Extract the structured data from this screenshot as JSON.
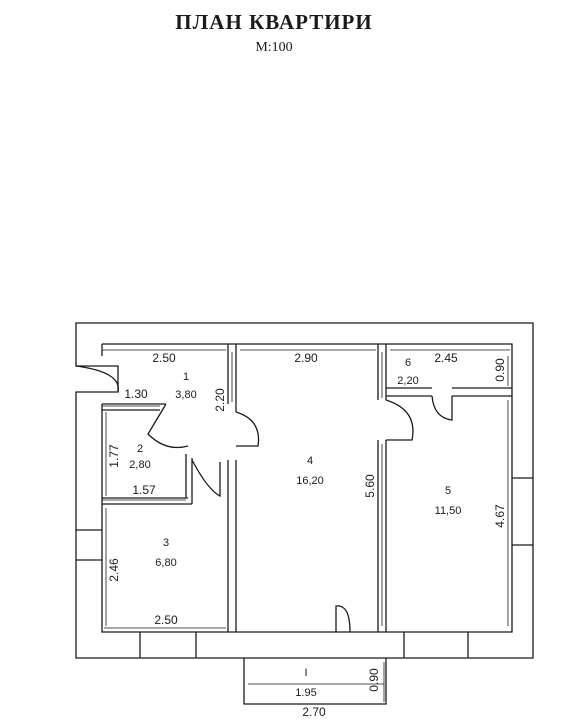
{
  "title": "ПЛАН КВАРТИРИ",
  "scale": "М:100",
  "rooms": [
    {
      "number": "1",
      "area": "3,80"
    },
    {
      "number": "2",
      "area": "2,80"
    },
    {
      "number": "3",
      "area": "6,80"
    },
    {
      "number": "4",
      "area": "16,20"
    },
    {
      "number": "5",
      "area": "11,50"
    },
    {
      "number": "6",
      "area": "2,20"
    },
    {
      "number": "I",
      "area": "1.95"
    }
  ],
  "dimensions": {
    "r1_width": "2.50",
    "r1_lower": "1.30",
    "r1_height": "2.20",
    "r2_height": "1.77",
    "r2_width": "1.57",
    "r3_height": "2.46",
    "r3_width": "2.50",
    "r4_width": "2.90",
    "r4_height": "5.60",
    "r6_width": "2.45",
    "r6_height": "0.90",
    "r5_height": "4.67",
    "balcony_depth": "0.90",
    "balcony_width": "2.70"
  }
}
